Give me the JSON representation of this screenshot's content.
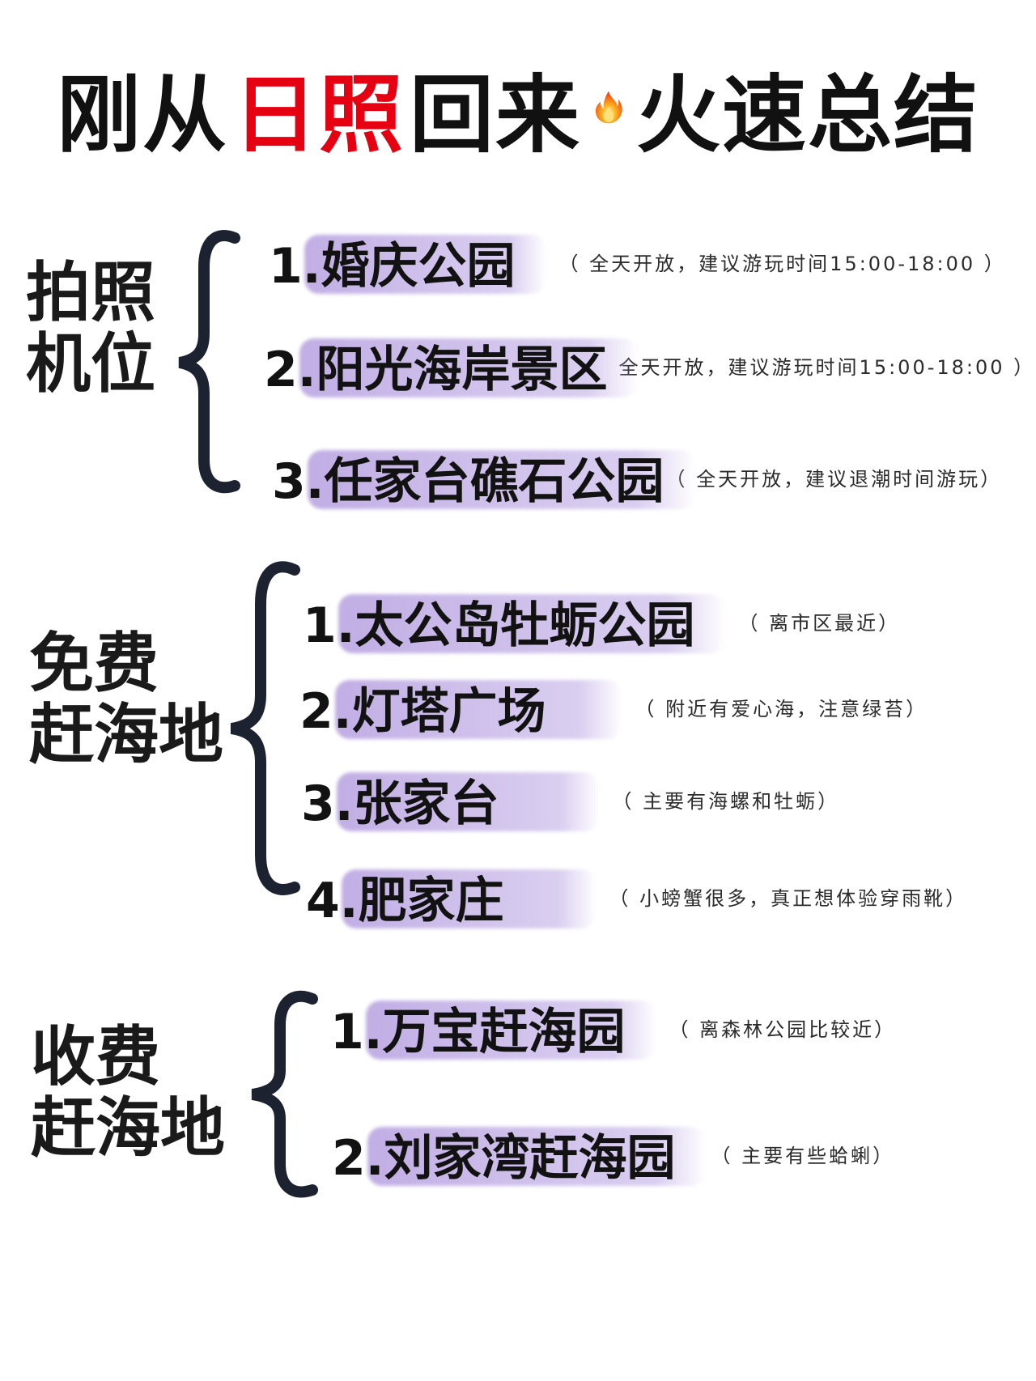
{
  "title": {
    "part1": "刚从",
    "part2": "日照",
    "part3": "回来",
    "part4": "火速总结",
    "icon": "fire-icon"
  },
  "sections": [
    {
      "category_line1": "拍照",
      "category_line2": "机位",
      "items": [
        {
          "name": "1.婚庆公园",
          "note": "（ 全天开放，建议游玩时间15:00-18:00 ）"
        },
        {
          "name": "2.阳光海岸景区",
          "note": "全天开放，建议游玩时间15:00-18:00 ）"
        },
        {
          "name": "3.任家台礁石公园",
          "note": "（ 全天开放，建议退潮时间游玩）"
        }
      ]
    },
    {
      "category_line1": "免费",
      "category_line2": "赶海地",
      "items": [
        {
          "name": "1.太公岛牡蛎公园",
          "note": "（ 离市区最近）"
        },
        {
          "name": "2.灯塔广场",
          "note": "（ 附近有爱心海，注意绿苔）"
        },
        {
          "name": "3.张家台",
          "note": "（ 主要有海螺和牡蛎）"
        },
        {
          "name": "4.肥家庄",
          "note": "（ 小螃蟹很多，真正想体验穿雨靴）"
        }
      ]
    },
    {
      "category_line1": "收费",
      "category_line2": "赶海地",
      "items": [
        {
          "name": "1.万宝赶海园",
          "note": "（ 离森林公园比较近）"
        },
        {
          "name": "2.刘家湾赶海园",
          "note": "（ 主要有些蛤蜊）"
        }
      ]
    }
  ],
  "colors": {
    "accent_red": "#e50012",
    "highlight_purple": "#b6a0e0",
    "text_dark": "#111111"
  }
}
